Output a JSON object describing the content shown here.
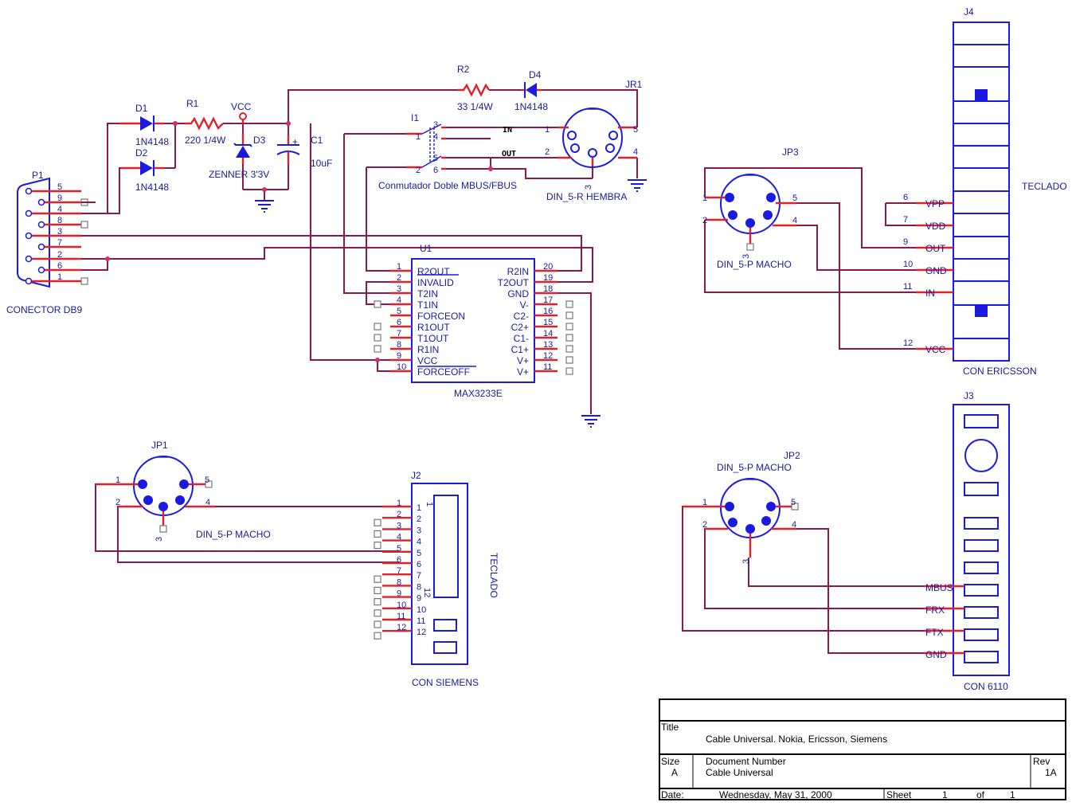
{
  "schematic": {
    "p1": {
      "ref": "P1",
      "name": "CONECTOR DB9",
      "pins": [
        "5",
        "9",
        "4",
        "8",
        "3",
        "7",
        "2",
        "6",
        "1"
      ]
    },
    "d1": {
      "ref": "D1",
      "value": "1N4148"
    },
    "d2": {
      "ref": "D2",
      "value": "1N4148"
    },
    "r1": {
      "ref": "R1",
      "value": "220 1/4W"
    },
    "vcc": "VCC",
    "d3": {
      "ref": "D3",
      "value": "ZENNER 3'3V"
    },
    "c1": {
      "ref": "C1",
      "value": "10uF",
      "plus": "+"
    },
    "r2": {
      "ref": "R2",
      "value": "33 1/4W"
    },
    "d4": {
      "ref": "D4",
      "value": "1N4148"
    },
    "jr1": {
      "ref": "JR1",
      "name": "DIN_5-R HEMBRA",
      "pins": [
        "1",
        "2",
        "3",
        "4",
        "5"
      ],
      "in": "IN",
      "out": "OUT"
    },
    "i1": {
      "ref": "I1",
      "name": "Conmutador Doble MBUS/FBUS",
      "pins": [
        "1",
        "2",
        "3",
        "4",
        "5",
        "6"
      ]
    },
    "u1": {
      "ref": "U1",
      "name": "MAX3233E",
      "left": [
        [
          "1",
          "R2OUT"
        ],
        [
          "2",
          "INVALID"
        ],
        [
          "3",
          "T2IN"
        ],
        [
          "4",
          "T1IN"
        ],
        [
          "5",
          "FORCEON"
        ],
        [
          "6",
          "R1OUT"
        ],
        [
          "7",
          "T1OUT"
        ],
        [
          "8",
          "R1IN"
        ],
        [
          "9",
          "VCC"
        ],
        [
          "10",
          "FORCEOFF"
        ]
      ],
      "right": [
        [
          "20",
          "R2IN"
        ],
        [
          "19",
          "T2OUT"
        ],
        [
          "18",
          "GND"
        ],
        [
          "17",
          "V-"
        ],
        [
          "16",
          "C2-"
        ],
        [
          "15",
          "C2+"
        ],
        [
          "14",
          "C1-"
        ],
        [
          "13",
          "C1+"
        ],
        [
          "12",
          "V+"
        ],
        [
          "11",
          "V+"
        ]
      ]
    },
    "jp3": {
      "ref": "JP3",
      "name": "DIN_5-P MACHO",
      "pins": [
        "1",
        "2",
        "3",
        "4",
        "5"
      ]
    },
    "j4": {
      "ref": "J4",
      "name": "CON ERICSSON",
      "side": "TECLADO",
      "pins": [
        [
          "6",
          "VPP"
        ],
        [
          "7",
          "VDD"
        ],
        [
          "9",
          "OUT"
        ],
        [
          "10",
          "GND"
        ],
        [
          "11",
          "IN"
        ],
        [
          "12",
          "VCC"
        ]
      ]
    },
    "jp1": {
      "ref": "JP1",
      "name": "DIN_5-P MACHO",
      "pins": [
        "1",
        "2",
        "3",
        "4",
        "5"
      ]
    },
    "j2": {
      "ref": "J2",
      "name": "CON SIEMENS",
      "side": "TECLADO",
      "pins": [
        "1",
        "2",
        "3",
        "4",
        "5",
        "6",
        "7",
        "8",
        "9",
        "10",
        "11",
        "12"
      ],
      "inner": "1",
      "inner2": "12"
    },
    "jp2": {
      "ref": "JP2",
      "name": "DIN_5-P MACHO",
      "pins": [
        "1",
        "2",
        "3",
        "4",
        "5"
      ]
    },
    "j3": {
      "ref": "J3",
      "name": "CON 6110",
      "pins": [
        "MBUS",
        "FRX",
        "FTX",
        "GND"
      ]
    }
  },
  "title_block": {
    "title_label": "Title",
    "title": "Cable Universal. Nokia, Ericsson, Siemens",
    "size_label": "Size",
    "size": "A",
    "docnum_label": "Document Number",
    "docnum": "Cable Universal",
    "rev_label": "Rev",
    "rev": "1A",
    "date_label": "Date:",
    "date": "Wednesday, May 31, 2000",
    "sheet_label": "Sheet",
    "sheet": "1",
    "of_label": "of",
    "of": "1"
  },
  "colors": {
    "wire": "#8b1a4a",
    "pin": "#e0202a",
    "part": "#1a1ae0",
    "text": "#1a1aa0"
  }
}
